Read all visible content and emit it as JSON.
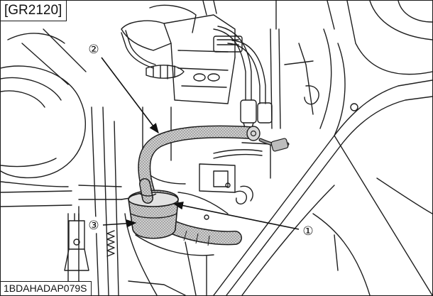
{
  "figure": {
    "model_tag": "[GR2120]",
    "figure_code": "1BDAHADAP079S"
  },
  "callouts": [
    {
      "number": "1",
      "label": "①"
    },
    {
      "number": "2",
      "label": "②"
    },
    {
      "number": "3",
      "label": "③"
    }
  ]
}
